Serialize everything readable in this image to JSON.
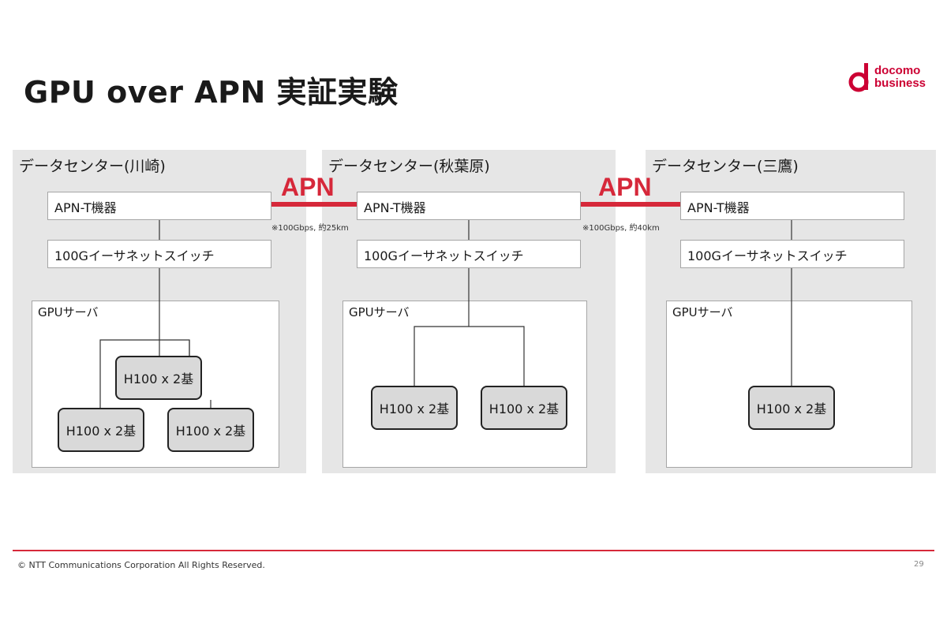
{
  "title": "GPU over APN 実証実験",
  "logo": {
    "line1": "docomo",
    "line2": "business",
    "color": "#cc0033"
  },
  "accent_color": "#d6283a",
  "datacenters": [
    {
      "label": "データセンター(川崎)",
      "apn_device": "APN-T機器",
      "switch": "100Gイーサネットスイッチ",
      "gpu_server": "GPUサーバ",
      "gpus": [
        "H100 x 2基",
        "H100 x 2基",
        "H100 x 2基"
      ]
    },
    {
      "label": "データセンター(秋葉原)",
      "apn_device": "APN-T機器",
      "switch": "100Gイーサネットスイッチ",
      "gpu_server": "GPUサーバ",
      "gpus": [
        "H100 x 2基",
        "H100 x 2基"
      ]
    },
    {
      "label": "データセンター(三鷹)",
      "apn_device": "APN-T機器",
      "switch": "100Gイーサネットスイッチ",
      "gpu_server": "GPUサーバ",
      "gpus": [
        "H100 x 2基"
      ]
    }
  ],
  "links": [
    {
      "label": "APN",
      "note": "※100Gbps, 約25km"
    },
    {
      "label": "APN",
      "note": "※100Gbps, 約40km"
    }
  ],
  "footer": {
    "copyright": "© NTT Communications Corporation All Rights Reserved.",
    "page": "29"
  }
}
